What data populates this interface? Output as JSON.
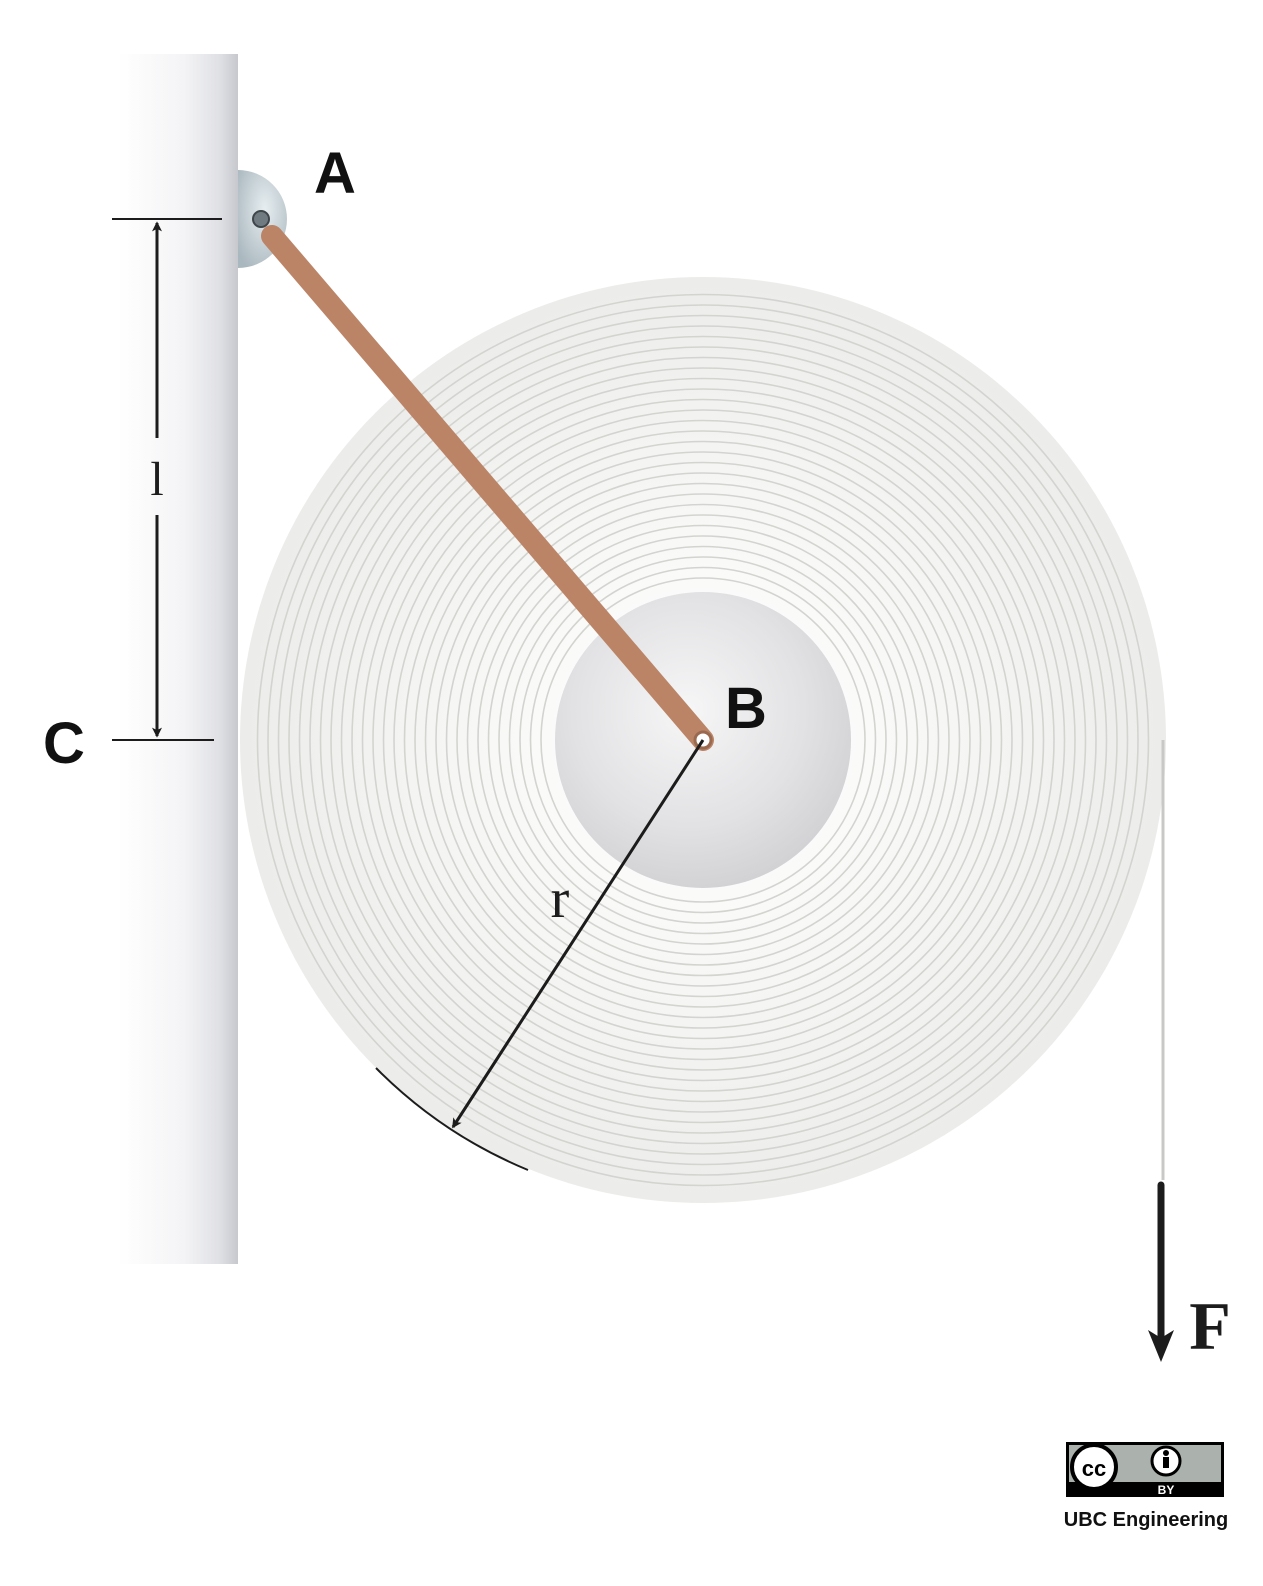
{
  "labels": {
    "point_a": "A",
    "point_b": "B",
    "point_c": "C",
    "length": "l",
    "radius": "r",
    "force": "F"
  },
  "license": {
    "cc": "cc",
    "by": "BY",
    "credit": "UBC Engineering"
  },
  "colors": {
    "rod": "#bb8466",
    "wall_dark": "#c9cbd1",
    "roll": "#f1f1ee",
    "roll_lines": "#d3d3d0",
    "core": "#dcdcde",
    "hinge": "#b4c1c7",
    "ink": "#1c1c1c"
  },
  "icons": [
    "creative-commons-icon",
    "attribution-person-icon",
    "hinge-pin-icon"
  ]
}
